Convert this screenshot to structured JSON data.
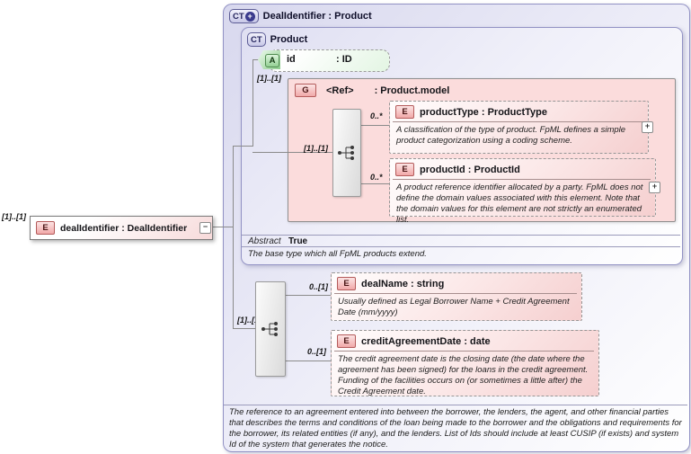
{
  "colors": {
    "container_border": "#9292c4",
    "container_fill": "#dcdcf1",
    "group_fill": "#fbdcdc",
    "element_badge_border": "#b45b5b",
    "attribute_green": "#94d094",
    "connector_line": "#8b8b8b"
  },
  "glyphs": {
    "collapse": "−",
    "expand": "+",
    "extension_plus": "+"
  },
  "root_element": {
    "cardinality": "[1]..[1]",
    "badge": "E",
    "title": "dealIdentifier : DealIdentifier"
  },
  "outer_container": {
    "badge": "CT",
    "title": "DealIdentifier : Product",
    "documentation": "The reference to an agreement entered into between the borrower, the lenders, the agent, and other financial parties that describes the terms and conditions of the loan being made to the borrower and the obligations and requirements for the borrower, its related entities (if any), and the lenders. List of Ids should include at least CUSIP (if exists) and system Id of the system that generates the notice."
  },
  "product_container": {
    "badge": "CT",
    "title": "Product",
    "abstract_label": "Abstract",
    "abstract_value": "True",
    "documentation": "The base type which all FpML products extend."
  },
  "id_attribute": {
    "badge": "A",
    "name": "id",
    "type": ": ID"
  },
  "product_model_group": {
    "badge": "G",
    "name": "<Ref>",
    "type": ": Product.model",
    "cardinality": "[1]..[1]",
    "sequence_cardinality": "[1]..[1]"
  },
  "product_type": {
    "badge": "E",
    "title": "productType : ProductType",
    "cardinality": "0..*",
    "documentation": "A classification of the type of product. FpML defines a simple product categorization using a coding scheme."
  },
  "product_id": {
    "badge": "E",
    "title": "productId : ProductId",
    "cardinality": "0..*",
    "documentation": "A product reference identifier allocated by a party. FpML does not define the domain values associated with this element. Note that the domain values for this element are not strictly an enumerated list."
  },
  "extension_sequence": {
    "cardinality": "[1]..[1]"
  },
  "deal_name": {
    "badge": "E",
    "title": "dealName : string",
    "cardinality": "0..[1]",
    "documentation": "Usually defined as Legal Borrower Name + Credit Agreement Date (mm/yyyy)"
  },
  "credit_agreement_date": {
    "badge": "E",
    "title": "creditAgreementDate : date",
    "cardinality": "0..[1]",
    "documentation": "The credit agreement date is the closing date (the date where the agreement has been signed) for the loans in the credit agreement. Funding of the facilities occurs on (or sometimes a little after) the Credit Agreement date."
  }
}
